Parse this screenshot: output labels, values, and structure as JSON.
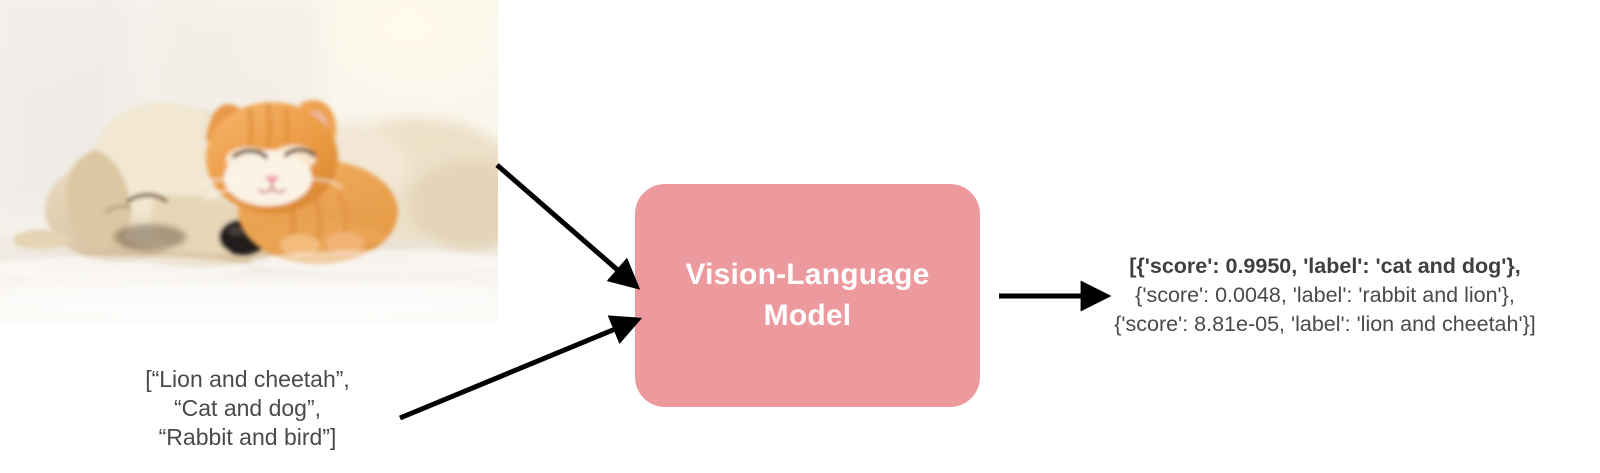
{
  "diagram": {
    "title": "Vision-Language Model zero-shot image classification pipeline",
    "accent_color": "#ed9a9e",
    "text_color": "#4a4a4a"
  },
  "input_image": {
    "name": "puppy-and-kitten-photo",
    "alt": "A sleeping cream-colored puppy and an orange tabby kitten cuddling on a white blanket"
  },
  "prompt_input": {
    "text": "[“Lion and cheetah”,\n“Cat and dog”,\n“Rabbit and bird”]",
    "lines": [
      "[“Lion and cheetah”,",
      "“Cat and dog”,",
      "“Rabbit and bird”]"
    ]
  },
  "model": {
    "label": "Vision-Language\nModel"
  },
  "output": {
    "lines": [
      "[{'score': 0.9950, 'label': 'cat and dog'},",
      "{'score': 0.0048, 'label': 'rabbit and lion'},",
      "{'score': 8.81e-05, 'label': 'lion and cheetah'}]"
    ],
    "predictions": [
      {
        "score": "0.9950",
        "label": "cat and dog"
      },
      {
        "score": "0.0048",
        "label": "rabbit and lion"
      },
      {
        "score": "8.81e-05",
        "label": "lion and cheetah"
      }
    ]
  },
  "arrows": {
    "image_to_model": "arrow-image-to-model",
    "prompt_to_model": "arrow-prompt-to-model",
    "model_to_output": "arrow-model-to-output"
  }
}
